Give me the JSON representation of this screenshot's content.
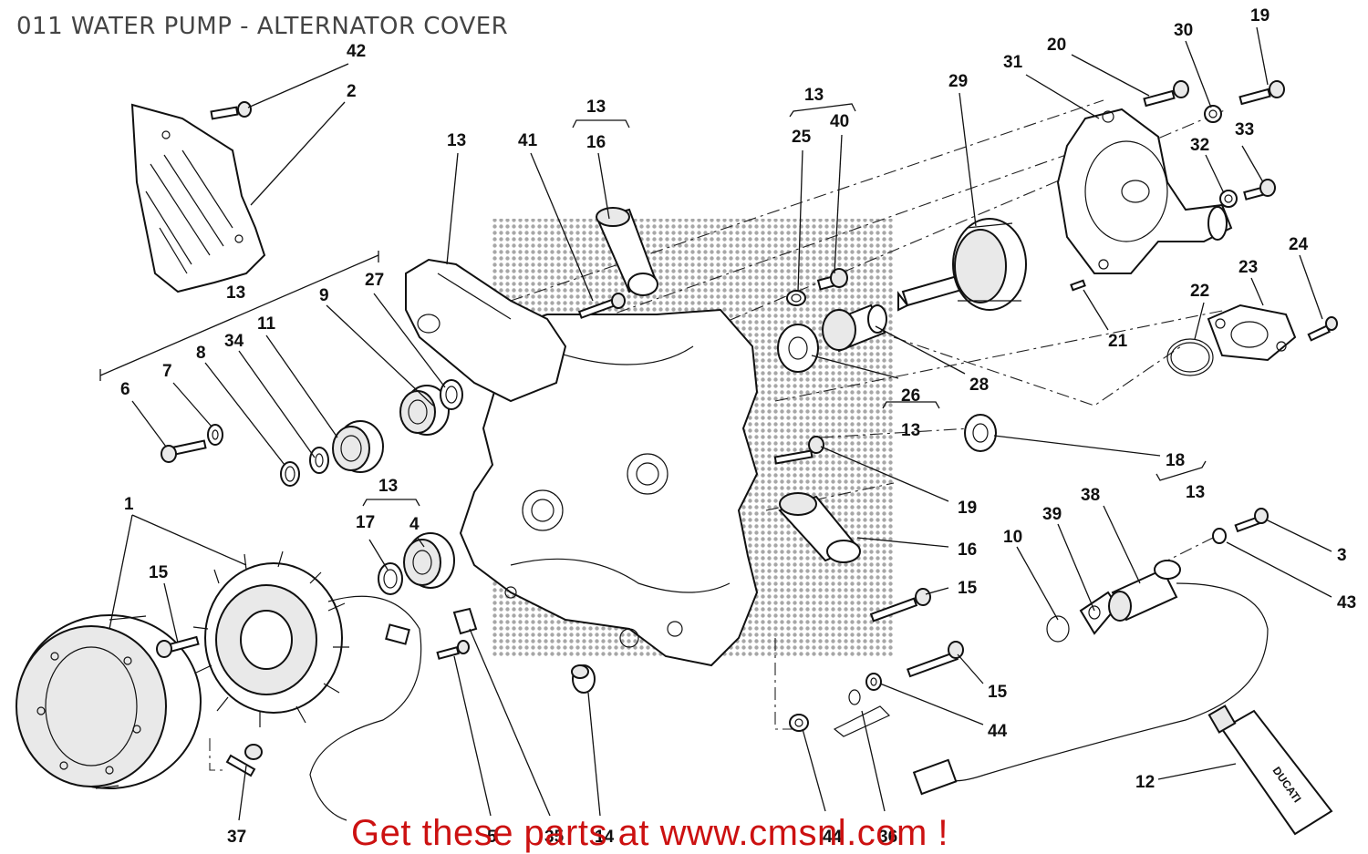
{
  "title": "011 WATER PUMP - ALTERNATOR COVER",
  "footer_link": "Get these parts at www.cmsnl.com !",
  "labels": {
    "l42": "42",
    "l2": "2",
    "l13a": "13",
    "l41": "41",
    "l13b": "13",
    "l16a": "16",
    "l13c": "13",
    "l25": "25",
    "l40": "40",
    "l29": "29",
    "l31": "31",
    "l20": "20",
    "l30": "30",
    "l19a": "19",
    "l32": "32",
    "l33": "33",
    "l24": "24",
    "l23": "23",
    "l22": "22",
    "l21": "21",
    "l13d": "13",
    "l9": "9",
    "l27": "27",
    "l11": "11",
    "l34": "34",
    "l8": "8",
    "l7": "7",
    "l6": "6",
    "l26": "26",
    "l13e": "13",
    "l28": "28",
    "l18": "18",
    "l13f": "13",
    "l19b": "19",
    "l16b": "16",
    "l1": "1",
    "l13g": "13",
    "l17": "17",
    "l4": "4",
    "l15a": "15",
    "l15b": "15",
    "l10": "10",
    "l39": "39",
    "l38": "38",
    "l3": "3",
    "l43": "43",
    "l15c": "15",
    "l44a": "44",
    "l12": "12",
    "l37": "37",
    "l5": "5",
    "l35": "35",
    "l14": "14",
    "l44b": "44",
    "l36": "36"
  }
}
